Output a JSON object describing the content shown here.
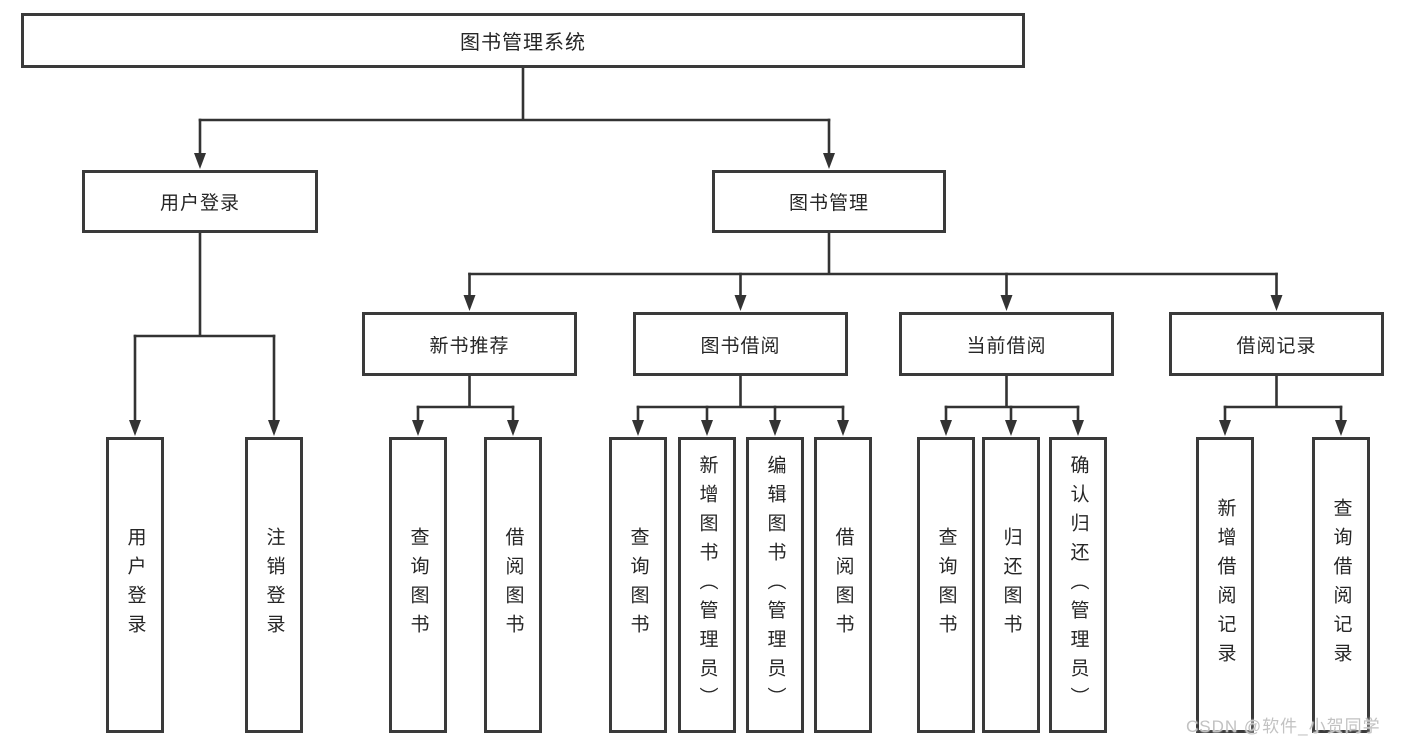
{
  "diagram": {
    "root": "图书管理系统",
    "level2": {
      "user_login": "用户登录",
      "book_mgmt": "图书管理"
    },
    "level3": {
      "new_books": "新书推荐",
      "borrow": "图书借阅",
      "current": "当前借阅",
      "records": "借阅记录"
    },
    "leaves": {
      "user_login": [
        "用户登录",
        "注销登录"
      ],
      "new_books": [
        "查询图书",
        "借阅图书"
      ],
      "borrow": [
        "查询图书",
        "新增图书（管理员）",
        "编辑图书（管理员）",
        "借阅图书"
      ],
      "current": [
        "查询图书",
        "归还图书",
        "确认归还（管理员）"
      ],
      "records": [
        "新增借阅记录",
        "查询借阅记录"
      ]
    },
    "watermark": "CSDN @软件_小贺同学"
  },
  "colors": {
    "line": "#333333",
    "box_border": "#3a3a3a",
    "text": "#262626",
    "watermark": "#c2c2c2"
  }
}
